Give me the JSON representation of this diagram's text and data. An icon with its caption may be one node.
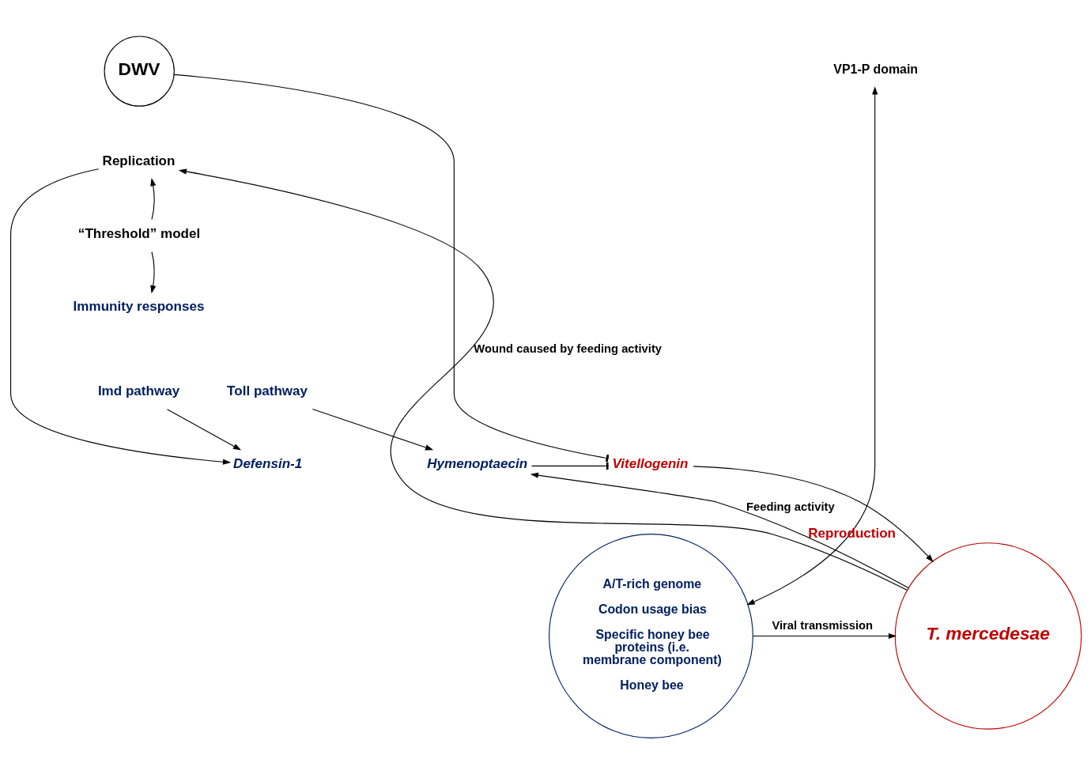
{
  "diagram": {
    "nodes": [
      {
        "text": [
          "DWV"
        ]
      },
      {
        "text": [
          "VP1-P domain"
        ]
      },
      {
        "text": [
          "Replication"
        ]
      },
      {
        "text": [
          "“Threshold” model"
        ]
      },
      {
        "text": [
          "Immunity responses"
        ]
      },
      {
        "text": [
          "Imd pathway"
        ]
      },
      {
        "text": [
          "Toll pathway"
        ]
      },
      {
        "text": [
          "Defensin-1"
        ]
      },
      {
        "text": [
          "Hymenoptaecin"
        ]
      },
      {
        "text": [
          "Vitellogenin"
        ]
      },
      {
        "text": [
          "A/T-rich genome",
          "Codon usage bias",
          "Specific honey bee proteins (i.e. membrane component)",
          "Honey bee"
        ]
      },
      {
        "text": [
          "T. mercedesae"
        ],
        "beside": [
          "Reproduction"
        ]
      }
    ],
    "edges": [
      {
        "from": 1,
        "to": 10,
        "arrow": "both"
      },
      {
        "from": 2,
        "to": 7,
        "arrow": "to"
      },
      {
        "from": 3,
        "to": 2,
        "arrow": "to"
      },
      {
        "from": 3,
        "to": 4,
        "arrow": "to"
      },
      {
        "from": 5,
        "to": 7,
        "arrow": "to"
      },
      {
        "from": 6,
        "to": 8,
        "arrow": "to"
      },
      {
        "from": 0,
        "to": 9,
        "arrow": "other"
      },
      {
        "from": 8,
        "to": 9,
        "arrow": "other"
      },
      {
        "from": 9,
        "to": 11,
        "arrow": "to"
      },
      {
        "from": 11,
        "to": 8,
        "arrow": "to",
        "label": "Feeding activity"
      },
      {
        "from": 11,
        "to": 2,
        "arrow": "to",
        "label": "Wound caused by feeding activity"
      },
      {
        "from": 10,
        "to": 11,
        "arrow": "to",
        "label": "Viral transmission"
      }
    ]
  }
}
